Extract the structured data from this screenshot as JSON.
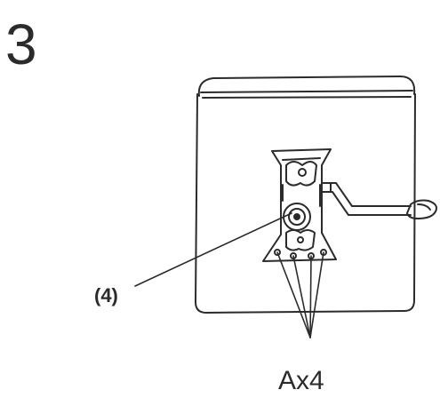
{
  "step_number": "3",
  "part_callout": "(4)",
  "fastener_callout": "Ax4",
  "colors": {
    "line": "#2b2b2b",
    "background": "#ffffff"
  },
  "illustration": {
    "panel": "cabinet-panel",
    "bracket": "mounting-bracket",
    "arm": "swing-arm",
    "fasteners_shown": 4
  }
}
